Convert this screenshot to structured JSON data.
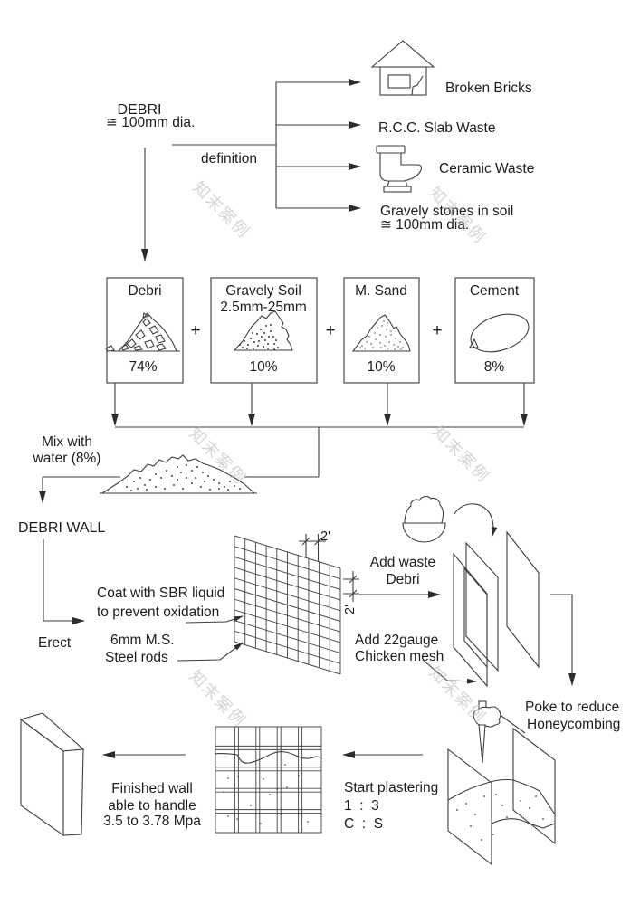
{
  "watermark": {
    "text": "知末案例"
  },
  "definition_flow": {
    "source_title": "DEBRI",
    "source_size": "≅ 100mm dia.",
    "branch_label": "definition",
    "items": [
      {
        "label": "Broken Bricks"
      },
      {
        "label": "R.C.C. Slab Waste"
      },
      {
        "label": "Ceramic Waste"
      },
      {
        "label": "Gravely stones in soil",
        "label2": "≅ 100mm dia."
      }
    ]
  },
  "mix": {
    "plus": "+",
    "boxes": [
      {
        "title": "Debri",
        "subtitle": "",
        "percent": "74%"
      },
      {
        "title": "Gravely Soil",
        "subtitle": "2.5mm-25mm",
        "percent": "10%"
      },
      {
        "title": "M. Sand",
        "subtitle": "",
        "percent": "10%"
      },
      {
        "title": "Cement",
        "subtitle": "",
        "percent": "8%"
      }
    ],
    "water_note_line1": "Mix with",
    "water_note_line2": "water (8%)"
  },
  "wall": {
    "title": "DEBRI WALL",
    "erect": "Erect",
    "coat_line1": "Coat with SBR liquid",
    "coat_line2": "to prevent oxidation",
    "rods_line1": "6mm M.S.",
    "rods_line2": "Steel rods",
    "dim_top": "2'",
    "dim_side": "2'"
  },
  "cast": {
    "waste_line1": "Add waste",
    "waste_line2": "Debri",
    "mesh_line1": "Add 22gauge",
    "mesh_line2": "Chicken mesh"
  },
  "poke": {
    "line1": "Poke to reduce",
    "line2": "Honeycombing"
  },
  "plaster": {
    "line1": "Start plastering",
    "line2": "1  :  3",
    "line3": "C  :  S"
  },
  "finish": {
    "line1": "Finished wall",
    "line2": "able to handle",
    "line3": "3.5 to 3.78 Mpa"
  }
}
